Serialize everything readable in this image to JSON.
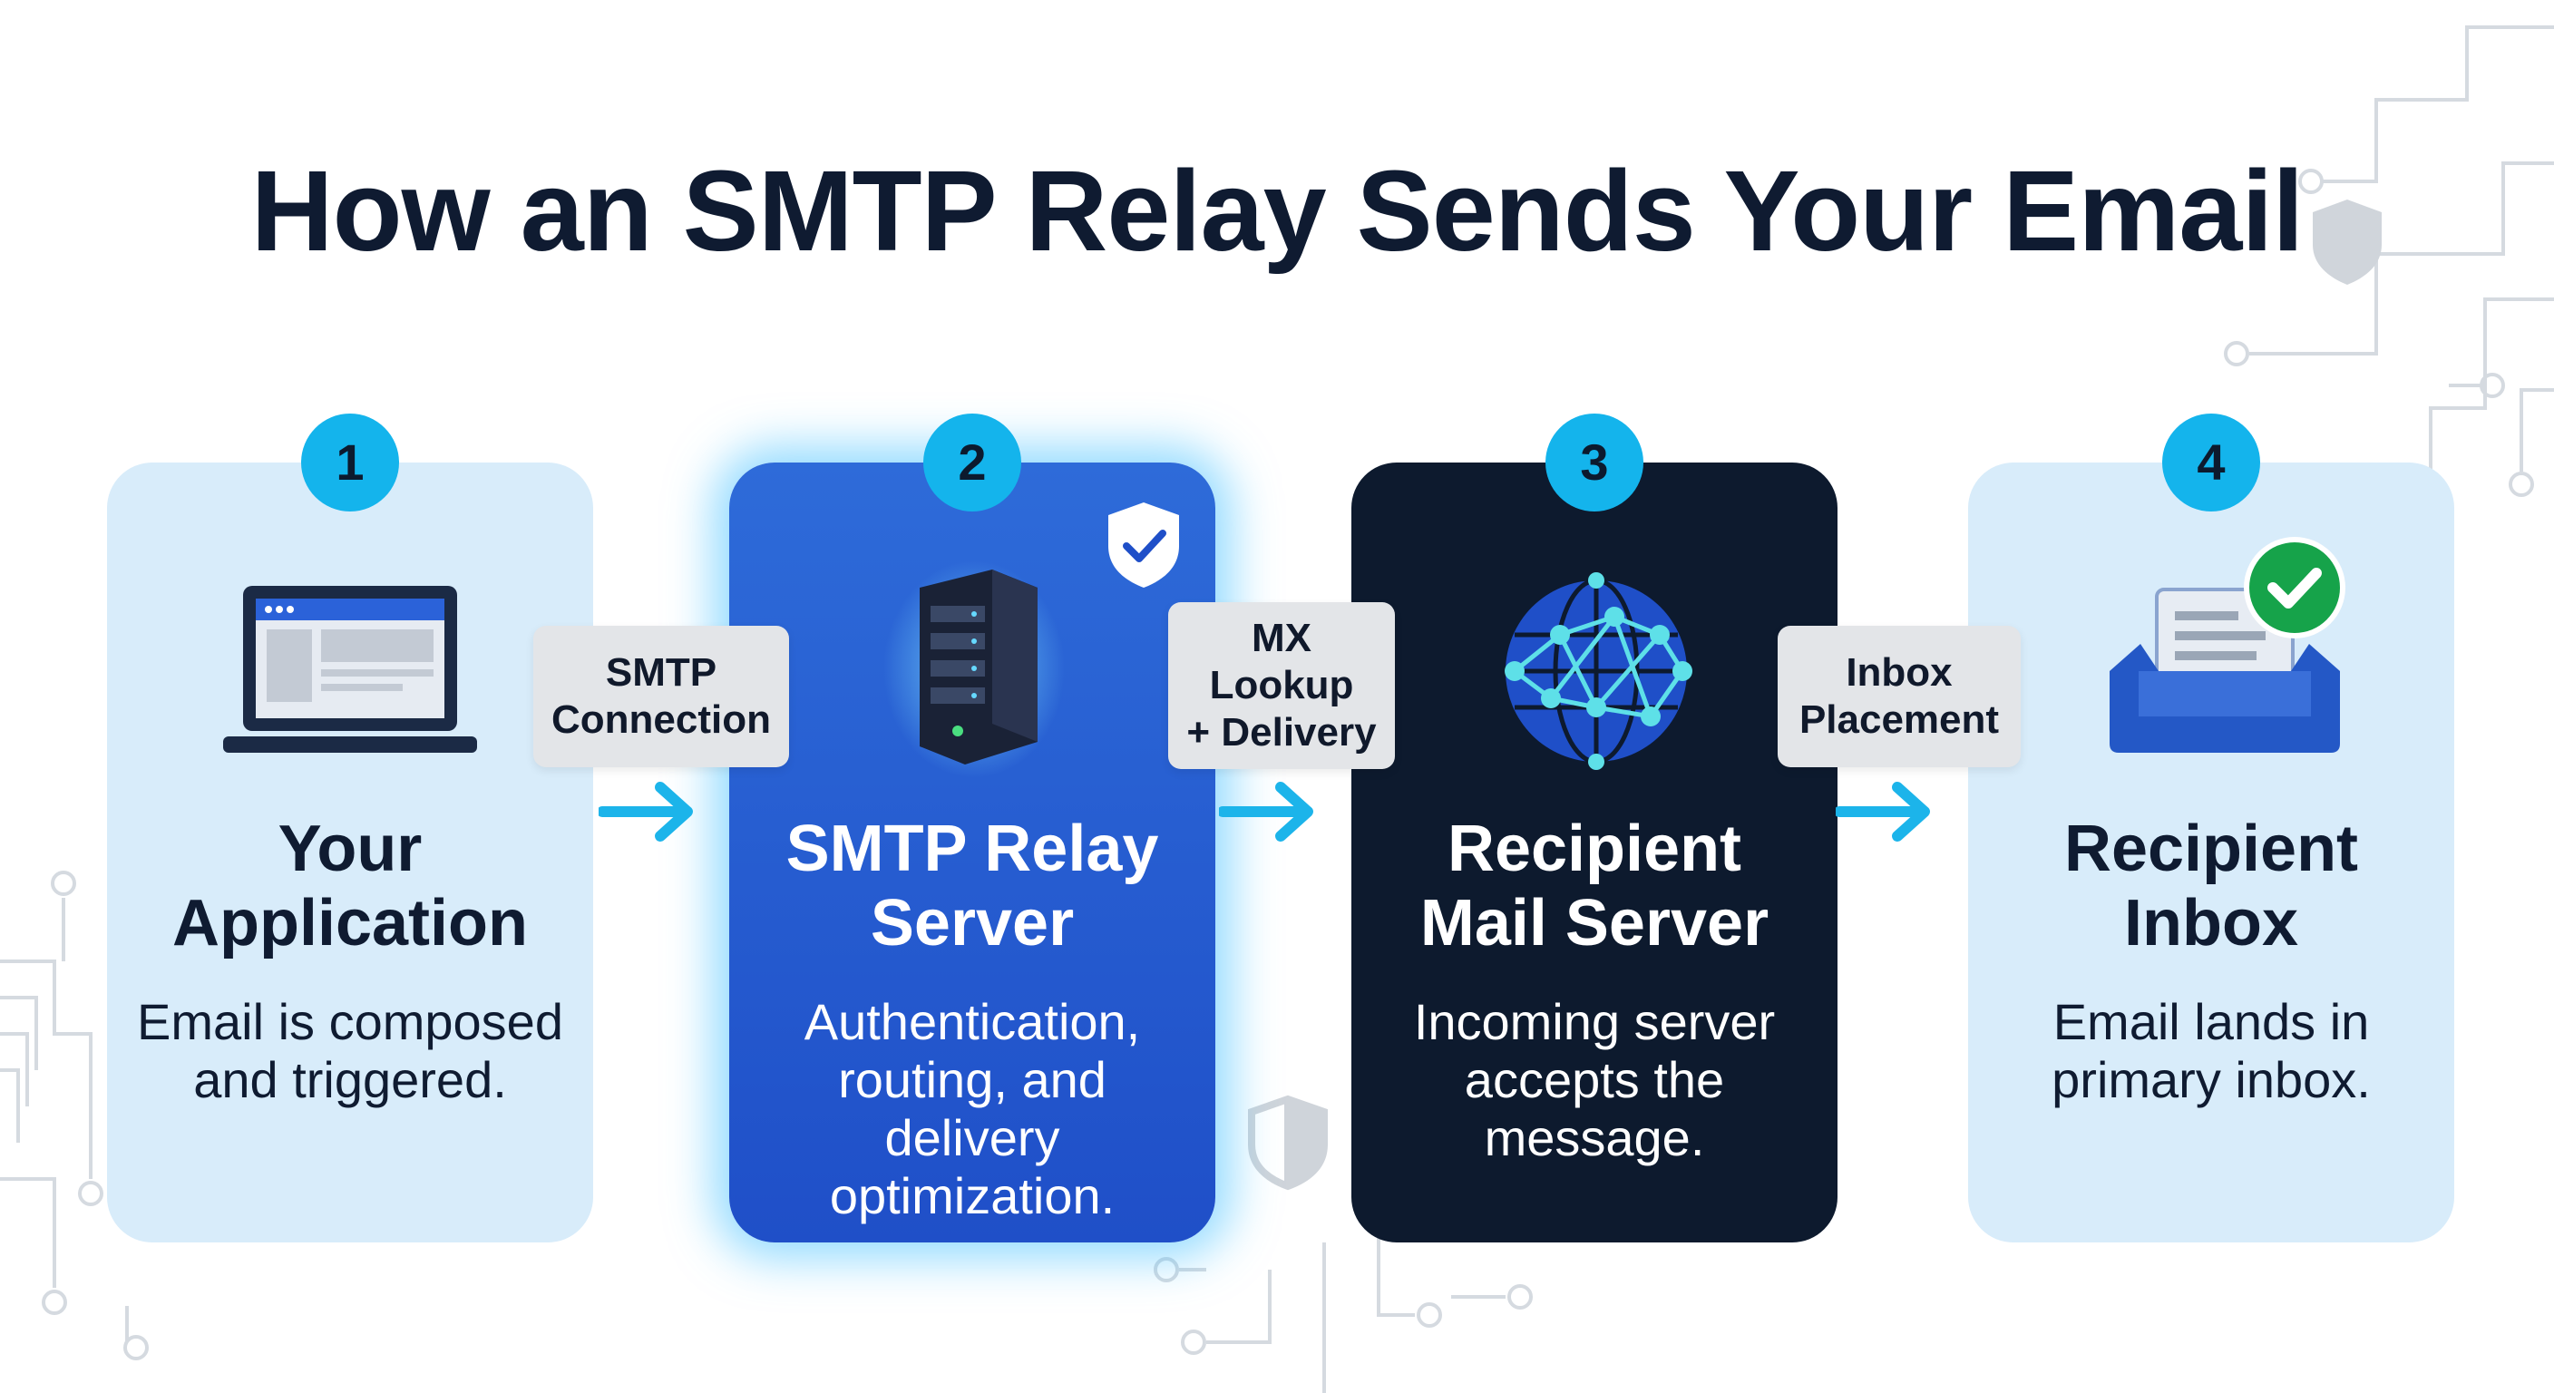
{
  "title": "How an SMTP Relay Sends Your Email",
  "steps": [
    {
      "number": "1",
      "title_lines": [
        "Your",
        "Application"
      ],
      "desc_lines": [
        "Email is composed",
        "and triggered."
      ],
      "icon": "laptop-icon"
    },
    {
      "number": "2",
      "title_lines": [
        "SMTP Relay",
        "Server"
      ],
      "desc_lines": [
        "Authentication,",
        "routing, and delivery",
        "optimization."
      ],
      "icon": "server-icon",
      "badge": "shield-check-icon"
    },
    {
      "number": "3",
      "title_lines": [
        "Recipient",
        "Mail Server"
      ],
      "desc_lines": [
        "Incoming server",
        "accepts the",
        "message."
      ],
      "icon": "globe-network-icon"
    },
    {
      "number": "4",
      "title_lines": [
        "Recipient",
        "Inbox"
      ],
      "desc_lines": [
        "Email lands in",
        "primary inbox."
      ],
      "icon": "inbox-check-icon"
    }
  ],
  "connectors": [
    {
      "lines": [
        "SMTP",
        "Connection"
      ]
    },
    {
      "lines": [
        "MX",
        "Lookup",
        "+ Delivery"
      ]
    },
    {
      "lines": [
        "Inbox",
        "Placement"
      ]
    }
  ],
  "colors": {
    "title": "#0f1b31",
    "number_badge": "#14b4ec",
    "card_light": "#d8ecfa",
    "card_blue": "#1f4fc8",
    "card_dark": "#0d1a2e",
    "arrow": "#1cb4ea",
    "check_green": "#16a34a"
  }
}
